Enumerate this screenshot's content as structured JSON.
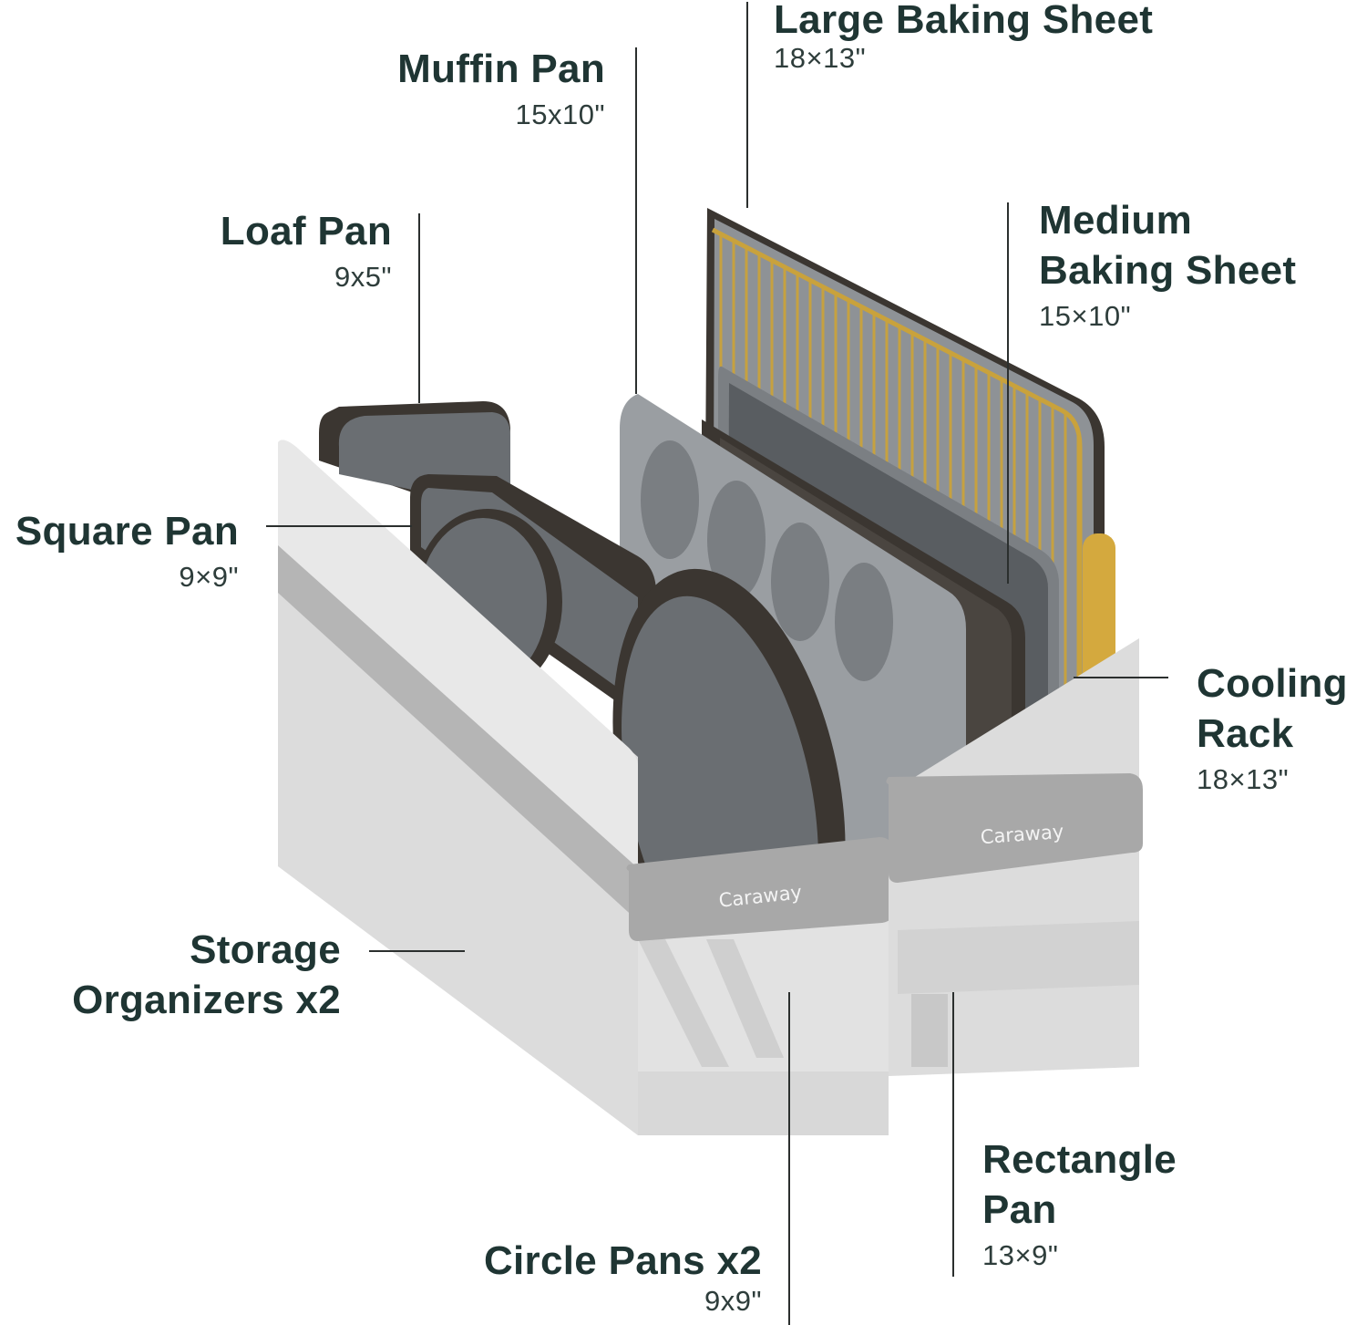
{
  "brand": "Caraway",
  "colors": {
    "label_text": "#1f3533",
    "pan_dark": "#3b3631",
    "pan_interior": "#6a6e72",
    "organizer_fabric": "#d9d9d9",
    "strap": "#a8a8a8",
    "cooling_rack_gold": "#c9a23c"
  },
  "labels": {
    "large_baking_sheet": {
      "name": "Large Baking Sheet",
      "size": "18×13\""
    },
    "muffin_pan": {
      "name": "Muffin Pan",
      "size": "15x10\""
    },
    "loaf_pan": {
      "name": "Loaf Pan",
      "size": "9x5\""
    },
    "medium_baking_sheet": {
      "name": "Medium\nBaking Sheet",
      "size": "15×10\""
    },
    "square_pan": {
      "name": "Square Pan",
      "size": "9×9\""
    },
    "cooling_rack": {
      "name": "Cooling\nRack",
      "size": "18×13\""
    },
    "storage_organizers": {
      "name": "Storage\nOrganizers x2"
    },
    "rectangle_pan": {
      "name": "Rectangle\nPan",
      "size": "13×9\""
    },
    "circle_pans": {
      "name": "Circle Pans x2",
      "size": "9x9\""
    }
  }
}
